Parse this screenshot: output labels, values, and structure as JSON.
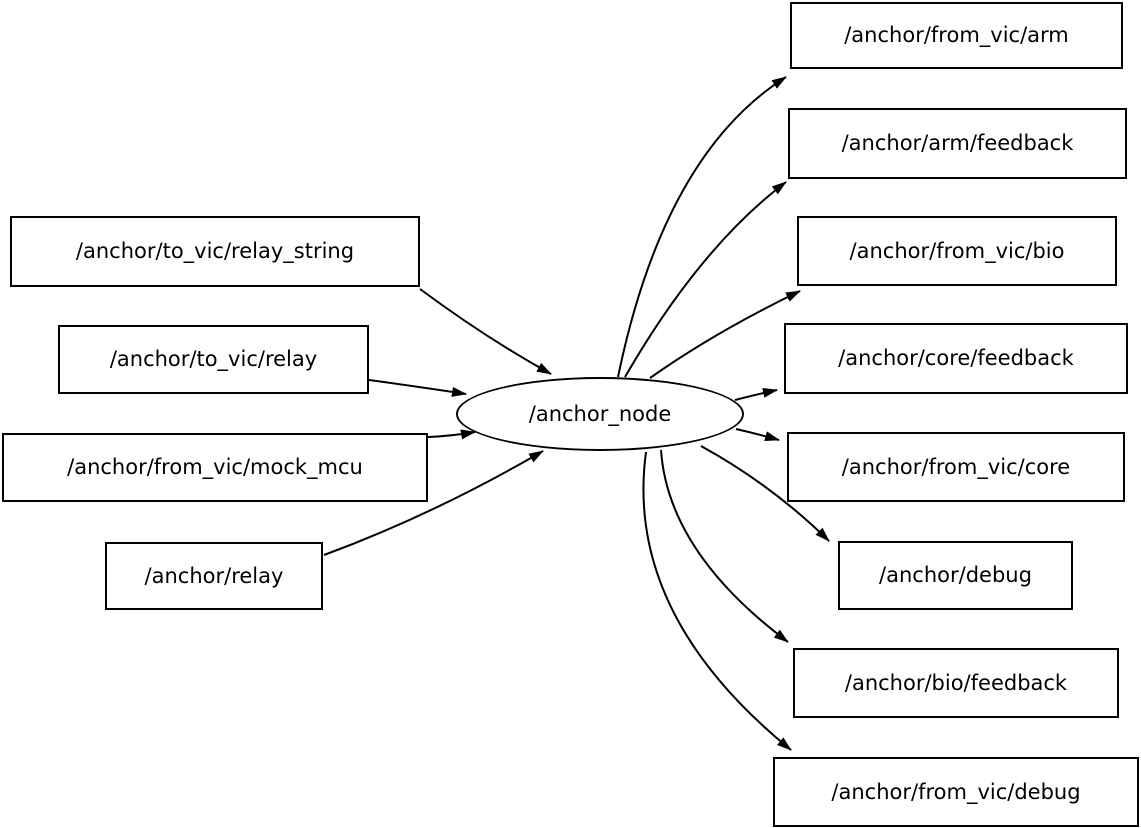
{
  "graph": {
    "node": {
      "label": "/anchor_node"
    },
    "subscribed_topics": [
      {
        "label": "/anchor/to_vic/relay_string"
      },
      {
        "label": "/anchor/to_vic/relay"
      },
      {
        "label": "/anchor/from_vic/mock_mcu"
      },
      {
        "label": "/anchor/relay"
      }
    ],
    "published_topics": [
      {
        "label": "/anchor/from_vic/arm"
      },
      {
        "label": "/anchor/arm/feedback"
      },
      {
        "label": "/anchor/from_vic/bio"
      },
      {
        "label": "/anchor/core/feedback"
      },
      {
        "label": "/anchor/from_vic/core"
      },
      {
        "label": "/anchor/debug"
      },
      {
        "label": "/anchor/bio/feedback"
      },
      {
        "label": "/anchor/from_vic/debug"
      }
    ],
    "edges": [
      {
        "from": "/anchor/to_vic/relay_string",
        "to": "/anchor_node"
      },
      {
        "from": "/anchor/to_vic/relay",
        "to": "/anchor_node"
      },
      {
        "from": "/anchor/from_vic/mock_mcu",
        "to": "/anchor_node"
      },
      {
        "from": "/anchor/relay",
        "to": "/anchor_node"
      },
      {
        "from": "/anchor_node",
        "to": "/anchor/from_vic/arm"
      },
      {
        "from": "/anchor_node",
        "to": "/anchor/arm/feedback"
      },
      {
        "from": "/anchor_node",
        "to": "/anchor/from_vic/bio"
      },
      {
        "from": "/anchor_node",
        "to": "/anchor/core/feedback"
      },
      {
        "from": "/anchor_node",
        "to": "/anchor/from_vic/core"
      },
      {
        "from": "/anchor_node",
        "to": "/anchor/debug"
      },
      {
        "from": "/anchor_node",
        "to": "/anchor/bio/feedback"
      },
      {
        "from": "/anchor_node",
        "to": "/anchor/from_vic/debug"
      }
    ],
    "colors": {
      "stroke": "#000000",
      "fill": "#ffffff",
      "text": "#000000"
    }
  }
}
